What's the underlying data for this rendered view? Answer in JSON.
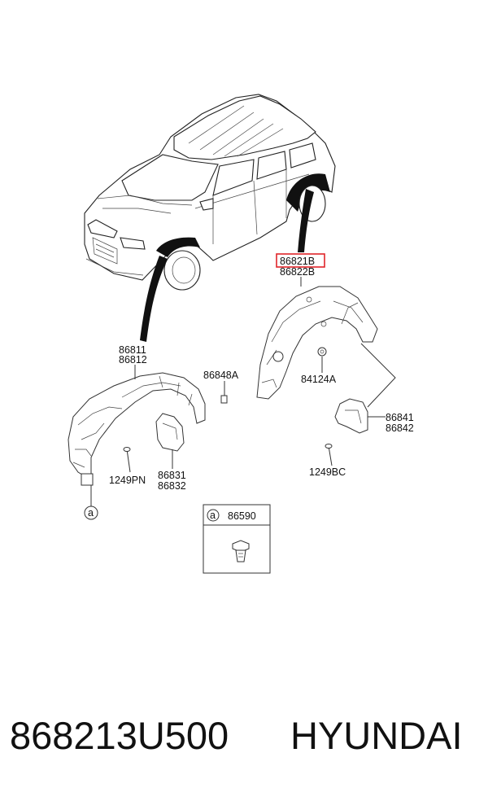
{
  "labels": {
    "front_liner_l": "86811",
    "front_liner_r": "86812",
    "clip_front": "86848A",
    "screw_front": "1249PN",
    "mudguard_front_l": "86831",
    "mudguard_front_r": "86832",
    "rear_liner_l": "86821B",
    "rear_liner_r": "86822B",
    "nut_rear": "84124A",
    "mudguard_rear_l": "86841",
    "mudguard_rear_r": "86842",
    "screw_rear": "1249BC",
    "callout_letter": "a",
    "inset_callout_letter": "a",
    "inset_part": "86590"
  },
  "footer": {
    "part_number": "868213U500",
    "brand": "HYUNDAI"
  },
  "colors": {
    "highlight": "#e0252a",
    "line": "#333333"
  }
}
